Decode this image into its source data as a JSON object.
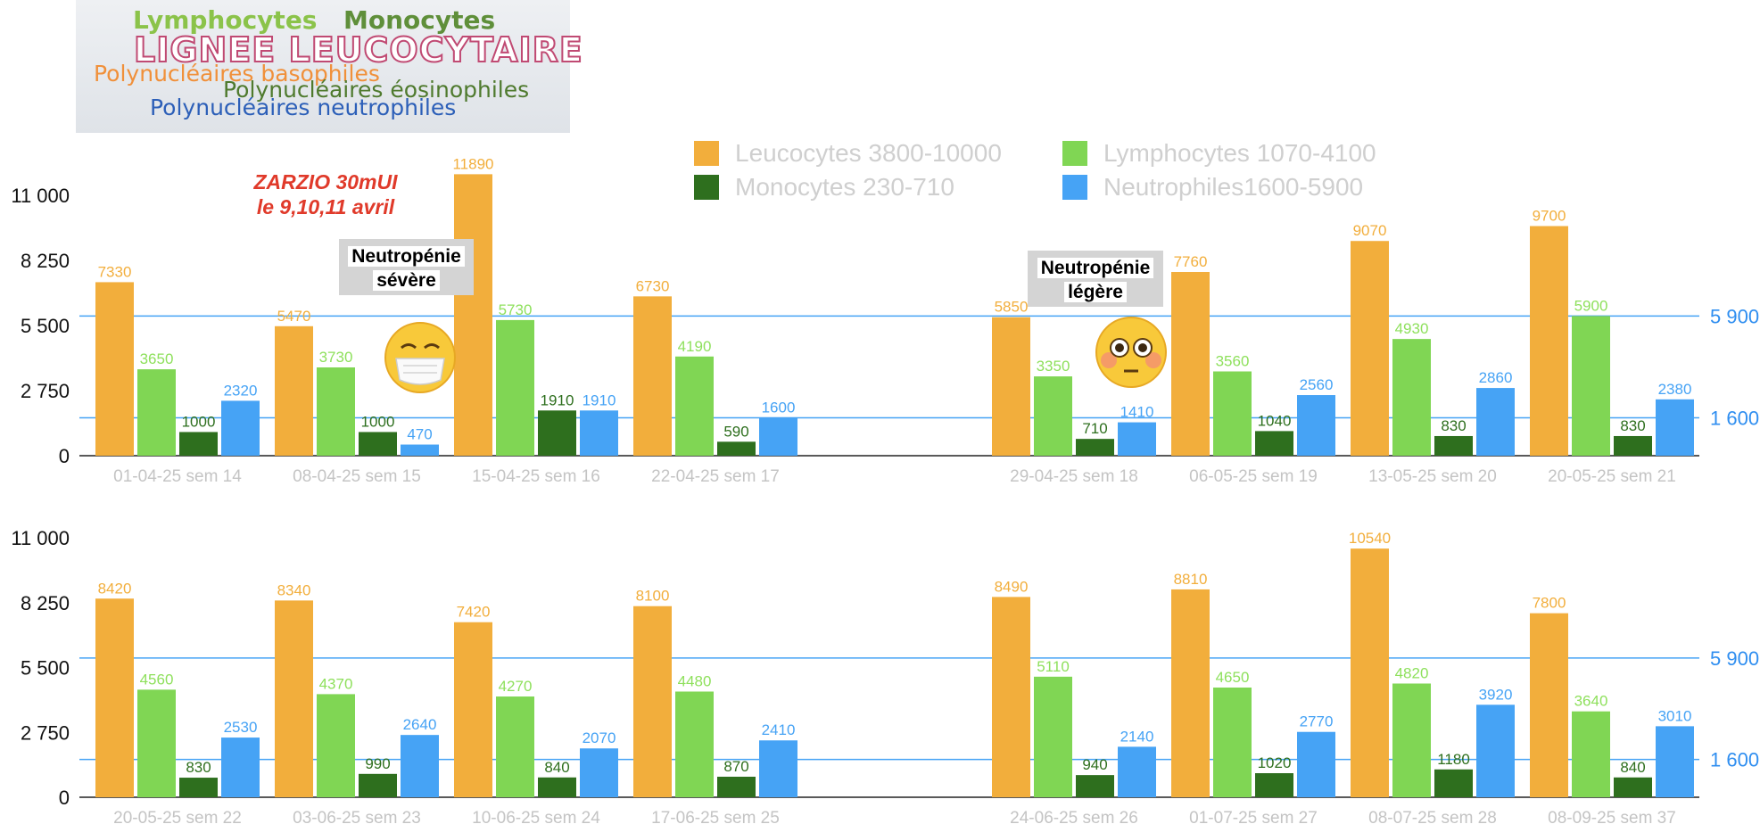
{
  "logo": {
    "words": [
      "Lymphocytes",
      "Monocytes",
      "LIGNEE LEUCOCYTAIRE",
      "Polynucléaires basophiles",
      "Polynucléaires éosinophiles",
      "Polynucléaires neutrophiles"
    ]
  },
  "annotations": {
    "zarzio_line1": "ZARZIO 30mUI",
    "zarzio_line2": "le 9,10,11 avril",
    "severe_line1": "Neutropénie",
    "severe_line2": "sévère",
    "legere_line1": "Neutropénie",
    "legere_line2": "légère",
    "emoji_mask": "face-with-medical-mask",
    "emoji_flushed": "flushed-face"
  },
  "chart_data": {
    "type": "bar",
    "legend": [
      {
        "name": "Leucocytes 3800-10000",
        "color": "#f2ae3c"
      },
      {
        "name": "Lymphocytes 1070-4100",
        "color": "#80d654"
      },
      {
        "name": "Monocytes 230-710",
        "color": "#2e6f1e"
      },
      {
        "name": "Neutrophiles1600-5900",
        "color": "#46a3f5"
      }
    ],
    "label_colors": [
      "#f2ae3c",
      "#8ee05c",
      "#2e6f1e",
      "#46a3f5"
    ],
    "ylim": [
      0,
      11000
    ],
    "left_ticks": [
      "0",
      "2 750",
      "5 500",
      "8 250",
      "11 000"
    ],
    "left_tick_values": [
      0,
      2750,
      5500,
      8250,
      11000
    ],
    "reference_lines": [
      {
        "value": 5900,
        "label": "5 900"
      },
      {
        "value": 1600,
        "label": "1 600"
      }
    ],
    "panels": [
      {
        "categories": [
          "01-04-25 sem 14",
          "08-04-25 sem 15",
          "15-04-25 sem 16",
          "22-04-25 sem 17",
          "",
          "29-04-25 sem 18",
          "06-05-25 sem 19",
          "13-05-25 sem 20",
          "20-05-25 sem 21"
        ],
        "series": [
          {
            "name": "Leucocytes",
            "values": [
              7330,
              5470,
              11890,
              6730,
              null,
              5850,
              7760,
              9070,
              9700
            ]
          },
          {
            "name": "Lymphocytes",
            "values": [
              3650,
              3730,
              5730,
              4190,
              null,
              3350,
              3560,
              4930,
              5900
            ]
          },
          {
            "name": "Monocytes",
            "values": [
              1000,
              1000,
              1910,
              590,
              null,
              710,
              1040,
              830,
              830
            ]
          },
          {
            "name": "Neutrophiles",
            "values": [
              2320,
              470,
              1910,
              1600,
              null,
              1410,
              2560,
              2860,
              2380
            ]
          }
        ]
      },
      {
        "categories": [
          "20-05-25 sem 22",
          "03-06-25 sem 23",
          "10-06-25 sem 24",
          "17-06-25 sem 25",
          "",
          "24-06-25 sem 26",
          "01-07-25 sem 27",
          "08-07-25 sem 28",
          "08-09-25 sem 37"
        ],
        "series": [
          {
            "name": "Leucocytes",
            "values": [
              8420,
              8340,
              7420,
              8100,
              null,
              8490,
              8810,
              10540,
              7800
            ]
          },
          {
            "name": "Lymphocytes",
            "values": [
              4560,
              4370,
              4270,
              4480,
              null,
              5110,
              4650,
              4820,
              3640
            ]
          },
          {
            "name": "Monocytes",
            "values": [
              830,
              990,
              840,
              870,
              null,
              940,
              1020,
              1180,
              840
            ]
          },
          {
            "name": "Neutrophiles",
            "values": [
              2530,
              2640,
              2070,
              2410,
              null,
              2140,
              2770,
              3920,
              3010
            ]
          }
        ]
      }
    ]
  }
}
